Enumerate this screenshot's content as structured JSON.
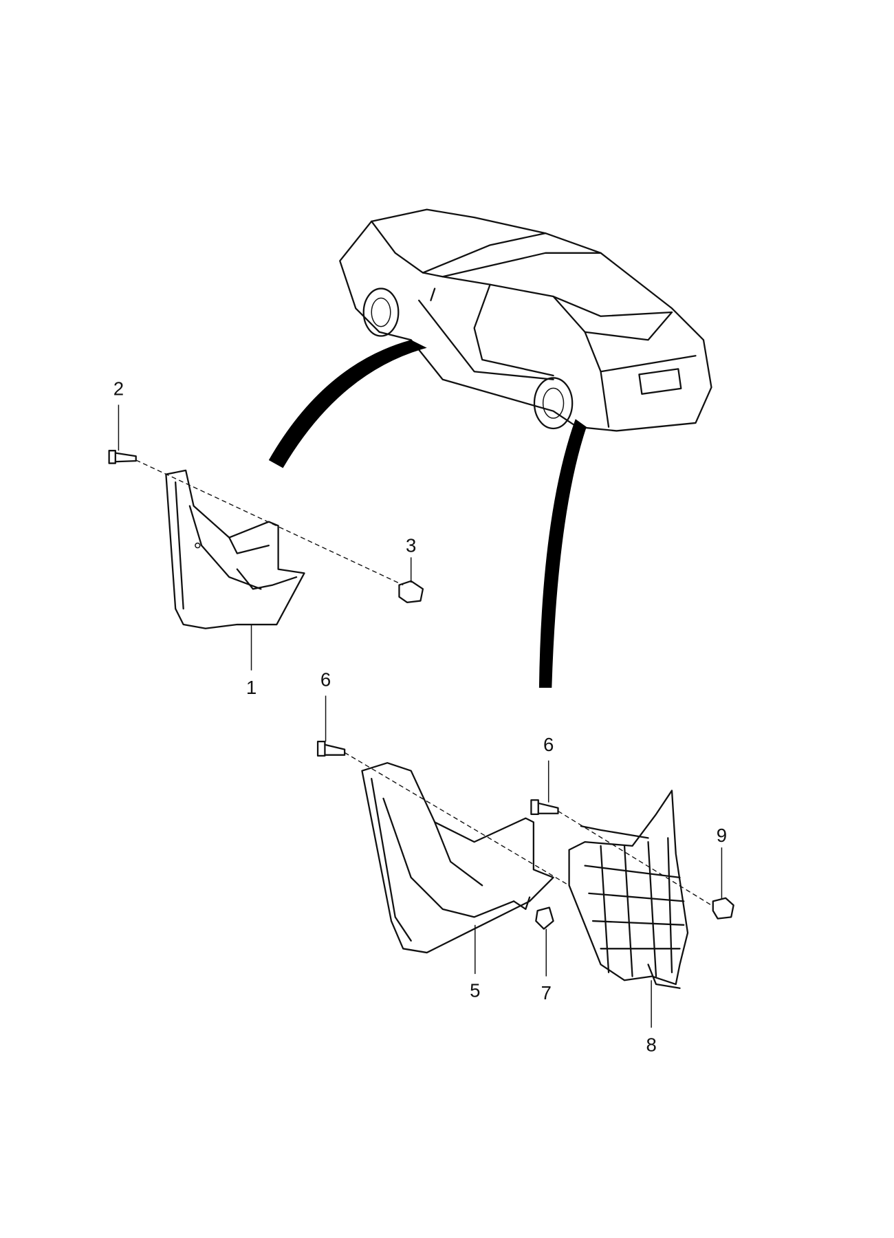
{
  "diagram": {
    "callouts": [
      {
        "id": "part-2",
        "label": "2"
      },
      {
        "id": "part-3",
        "label": "3"
      },
      {
        "id": "part-1",
        "label": "1"
      },
      {
        "id": "part-6a",
        "label": "6"
      },
      {
        "id": "part-6b",
        "label": "6"
      },
      {
        "id": "part-9",
        "label": "9"
      },
      {
        "id": "part-5",
        "label": "5"
      },
      {
        "id": "part-7",
        "label": "7"
      },
      {
        "id": "part-8",
        "label": "8"
      }
    ]
  }
}
